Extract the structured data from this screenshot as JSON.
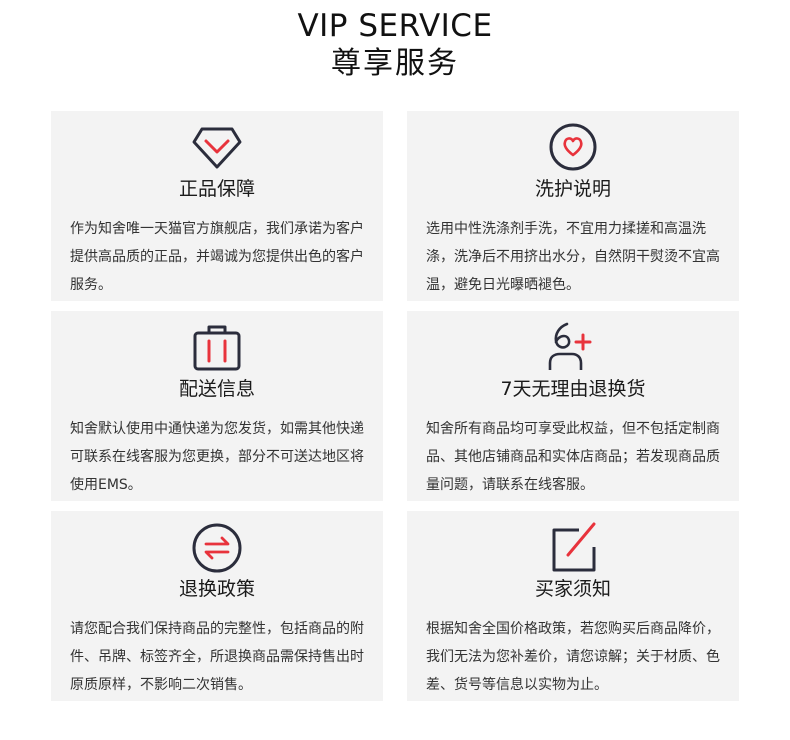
{
  "header": {
    "title_en": "VIP SERVICE",
    "title_cn": "尊享服务"
  },
  "colors": {
    "accent": "#e8333c",
    "dark": "#2b2d3c",
    "card_bg": "#f3f3f3"
  },
  "cards": [
    {
      "icon": "gem-shield-icon",
      "title": "正品保障",
      "desc": "作为知舍唯一天猫官方旗舰店，我们承诺为客户提供高品质的正品，并竭诚为您提供出色的客户服务。"
    },
    {
      "icon": "heart-circle-icon",
      "title": "洗护说明",
      "desc": "选用中性洗涤剂手洗，不宜用力揉搓和高温洗涤，洗净后不用挤出水分，自然阴干熨烫不宜高温，避免日光曝晒褪色。"
    },
    {
      "icon": "suitcase-icon",
      "title": "配送信息",
      "desc": "知舍默认使用中通快递为您发货，如需其他快递可联系在线客服为您更换，部分不可送达地区将使用EMS。"
    },
    {
      "icon": "six-plus-icon",
      "title": "7天无理由退换货",
      "desc": "知舍所有商品均可享受此权益，但不包括定制商品、其他店铺商品和实体店商品；若发现商品质量问题，请联系在线客服。"
    },
    {
      "icon": "exchange-arrows-icon",
      "title": "退换政策",
      "desc": "请您配合我们保持商品的完整性，包括商品的附件、吊牌、标签齐全，所退换商品需保持售出时原质原样，不影响二次销售。"
    },
    {
      "icon": "edit-square-icon",
      "title": "买家须知",
      "desc": "根据知舍全国价格政策，若您购买后商品降价，我们无法为您补差价，请您谅解；关于材质、色差、货号等信息以实物为止。"
    }
  ]
}
